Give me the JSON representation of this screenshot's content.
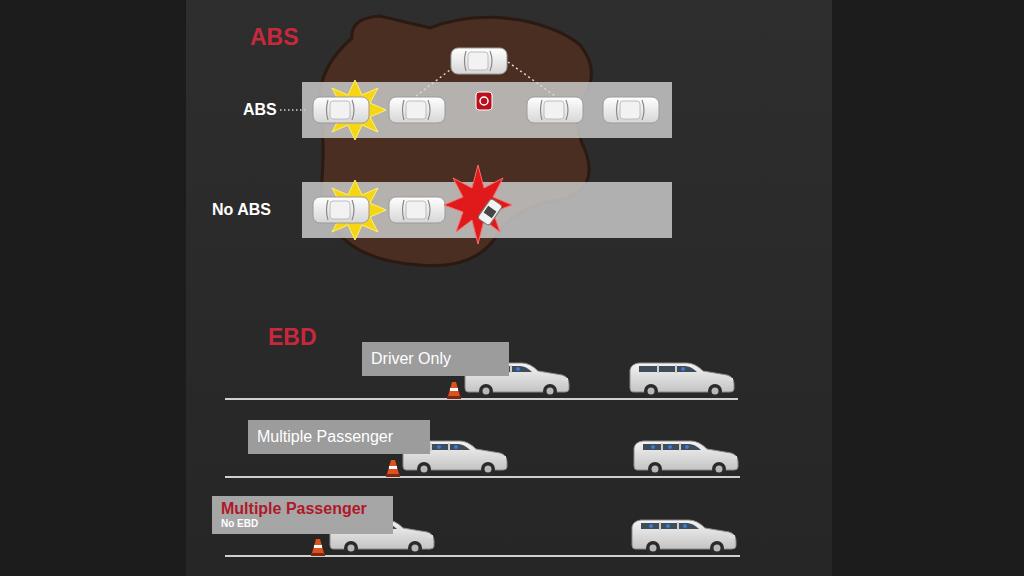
{
  "diagram": {
    "nodes": [
      {
        "text": [
          "Driver Only"
        ]
      },
      {
        "text": [
          "Multiple Passenger"
        ]
      },
      {
        "text": [
          "Multiple Passenger",
          "No EBD"
        ]
      }
    ],
    "labels": [
      "ABS",
      "ABS",
      "No ABS",
      "EBD"
    ]
  }
}
